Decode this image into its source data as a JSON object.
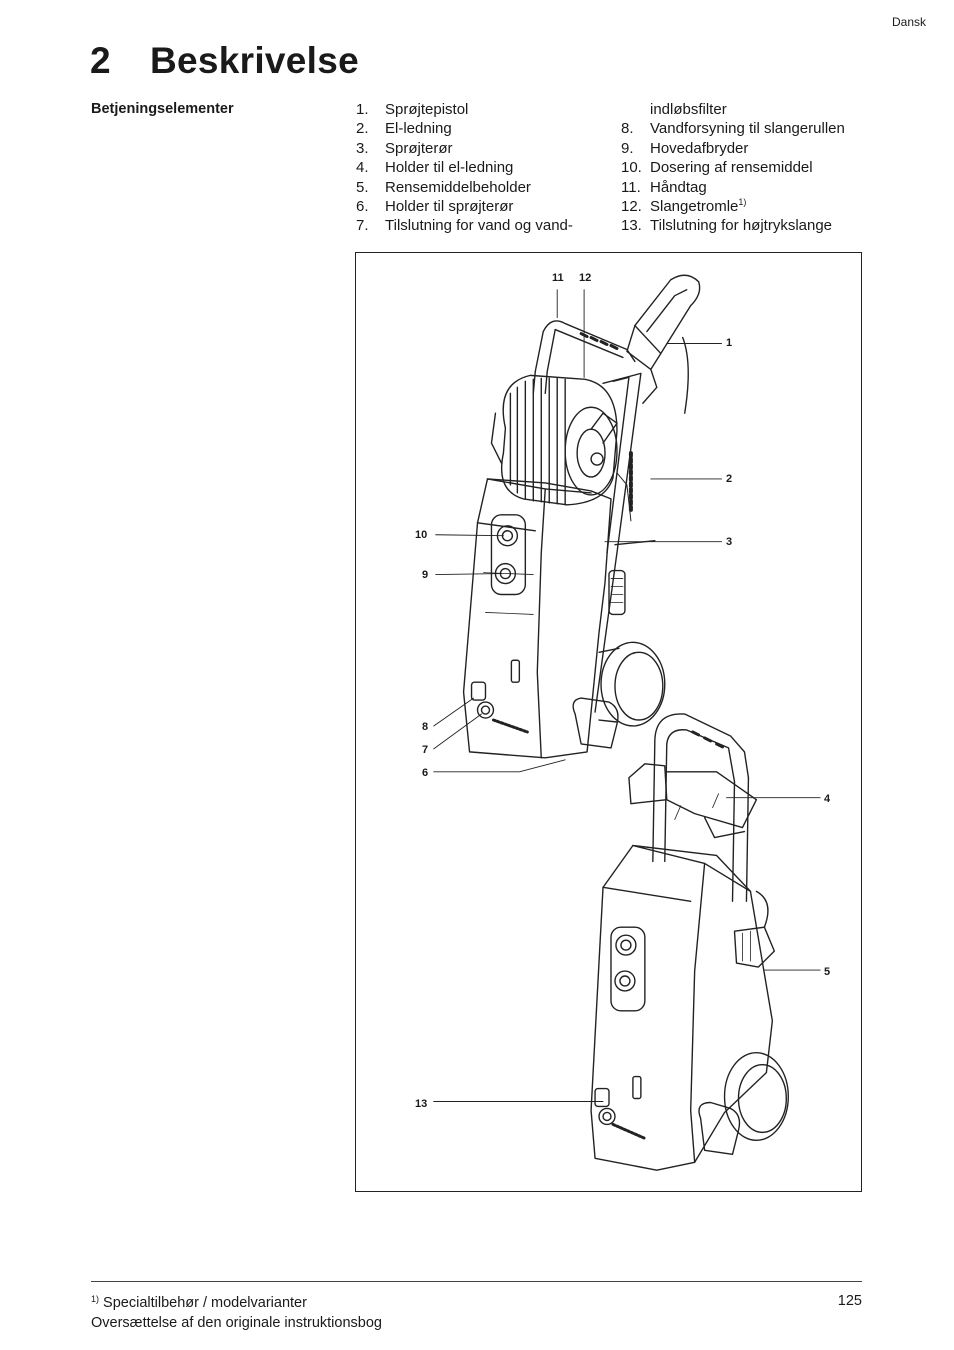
{
  "header": {
    "language": "Dansk"
  },
  "chapter": {
    "number": "2",
    "title": "Beskrivelse"
  },
  "section": {
    "label": "Betjeningselementer"
  },
  "items": [
    {
      "num": "1.",
      "text": "Sprøjtepistol"
    },
    {
      "num": "2.",
      "text": "El-ledning"
    },
    {
      "num": "3.",
      "text": "Sprøjterør"
    },
    {
      "num": "4.",
      "text": "Holder til el-ledning"
    },
    {
      "num": "5.",
      "text": "Rensemiddelbeholder"
    },
    {
      "num": "6.",
      "text": "Holder til sprøjterør"
    },
    {
      "num": "7.",
      "text": "Tilslutning for vand og vand-",
      "cont": "indløbsfilter"
    },
    {
      "num": "8.",
      "text": "Vandforsyning til slangerullen"
    },
    {
      "num": "9.",
      "text": "Hovedafbryder"
    },
    {
      "num": "10.",
      "text": "Dosering af rensemiddel"
    },
    {
      "num": "11.",
      "text": "Håndtag"
    },
    {
      "num": "12.",
      "text": "Slangetromle",
      "sup": "1)"
    },
    {
      "num": "13.",
      "text": "Tilslutning for højtrykslange"
    }
  ],
  "figure": {
    "callouts": {
      "c1": "1",
      "c2": "2",
      "c3": "3",
      "c4": "4",
      "c5": "5",
      "c6": "6",
      "c7": "7",
      "c8": "8",
      "c9": "9",
      "c10": "10",
      "c11": "11",
      "c12": "12",
      "c13": "13"
    }
  },
  "footer": {
    "footnote_mark": "1)",
    "footnote_text": "Specialtilbehør / modelvarianter",
    "note": "Oversættelse af den originale instruktionsbog",
    "page_number": "125"
  }
}
